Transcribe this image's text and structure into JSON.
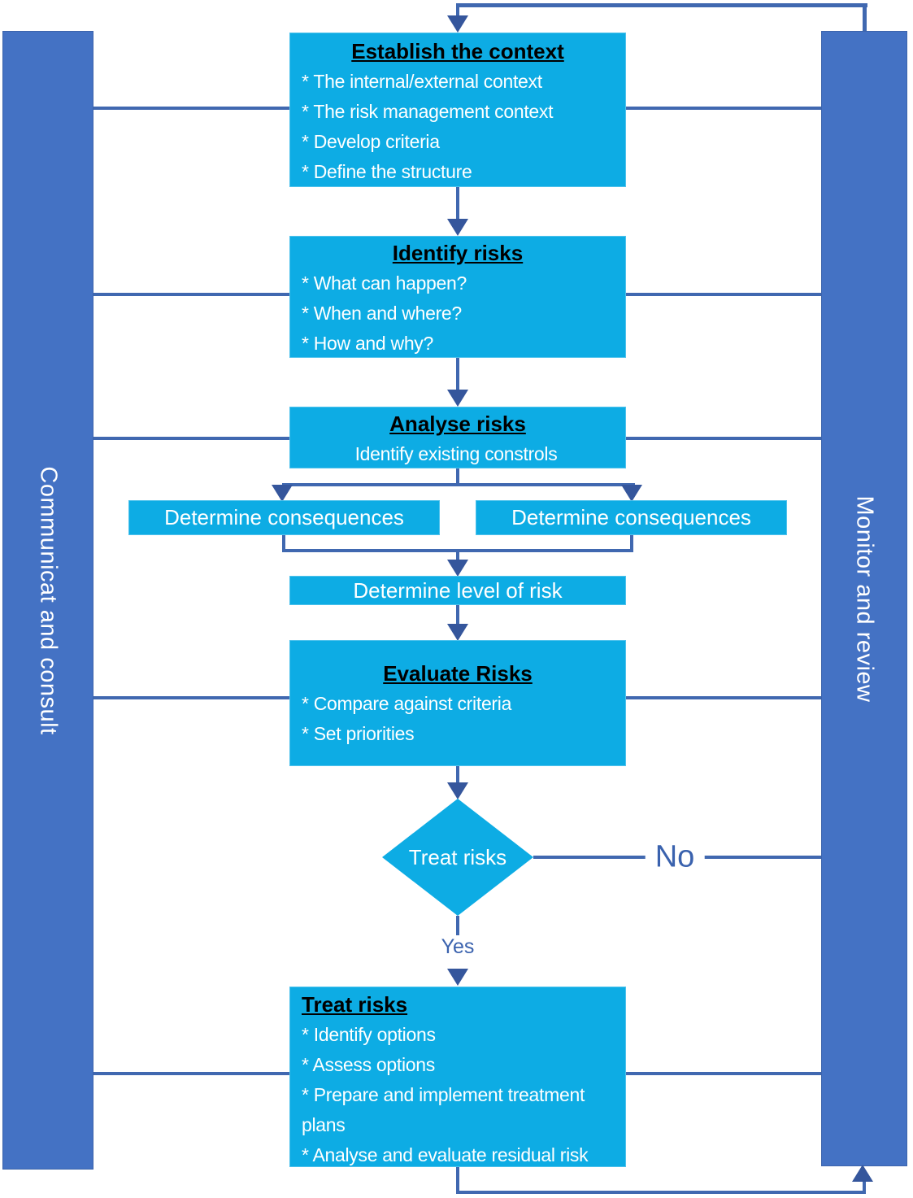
{
  "sidebars": {
    "left_label": "Communicat and consult",
    "right_label": "Monitor and review"
  },
  "boxes": {
    "establish": {
      "title": "Establish the context",
      "items": [
        "* The internal/external context",
        "* The risk management context",
        "* Develop criteria",
        "* Define the structure"
      ]
    },
    "identify": {
      "title": "Identify risks",
      "items": [
        "* What can happen?",
        "* When and where?",
        "* How and why?"
      ]
    },
    "analyse": {
      "title": "Analyse risks",
      "subtitle": "Identify existing constrols"
    },
    "determine_left": {
      "label": "Determine consequences"
    },
    "determine_right": {
      "label": "Determine consequences"
    },
    "determine_level": {
      "label": "Determine level of risk"
    },
    "evaluate": {
      "title": "Evaluate Risks",
      "items": [
        "* Compare against criteria",
        "* Set priorities"
      ]
    },
    "treat": {
      "title": "Treat risks",
      "items": [
        "* Identify options",
        "* Assess options",
        "* Prepare and implement treatment plans",
        "* Analyse and evaluate residual risk"
      ]
    }
  },
  "decision": {
    "label": "Treat risks",
    "no_label": "No",
    "yes_label": "Yes"
  },
  "colors": {
    "process_box": "#0dace4",
    "side_bar": "#4472c4",
    "connector": "#4068b0",
    "arrowhead": "#35569c",
    "title_text": "#000000",
    "body_text": "#ffffff",
    "label_text": "#3a62ae"
  }
}
